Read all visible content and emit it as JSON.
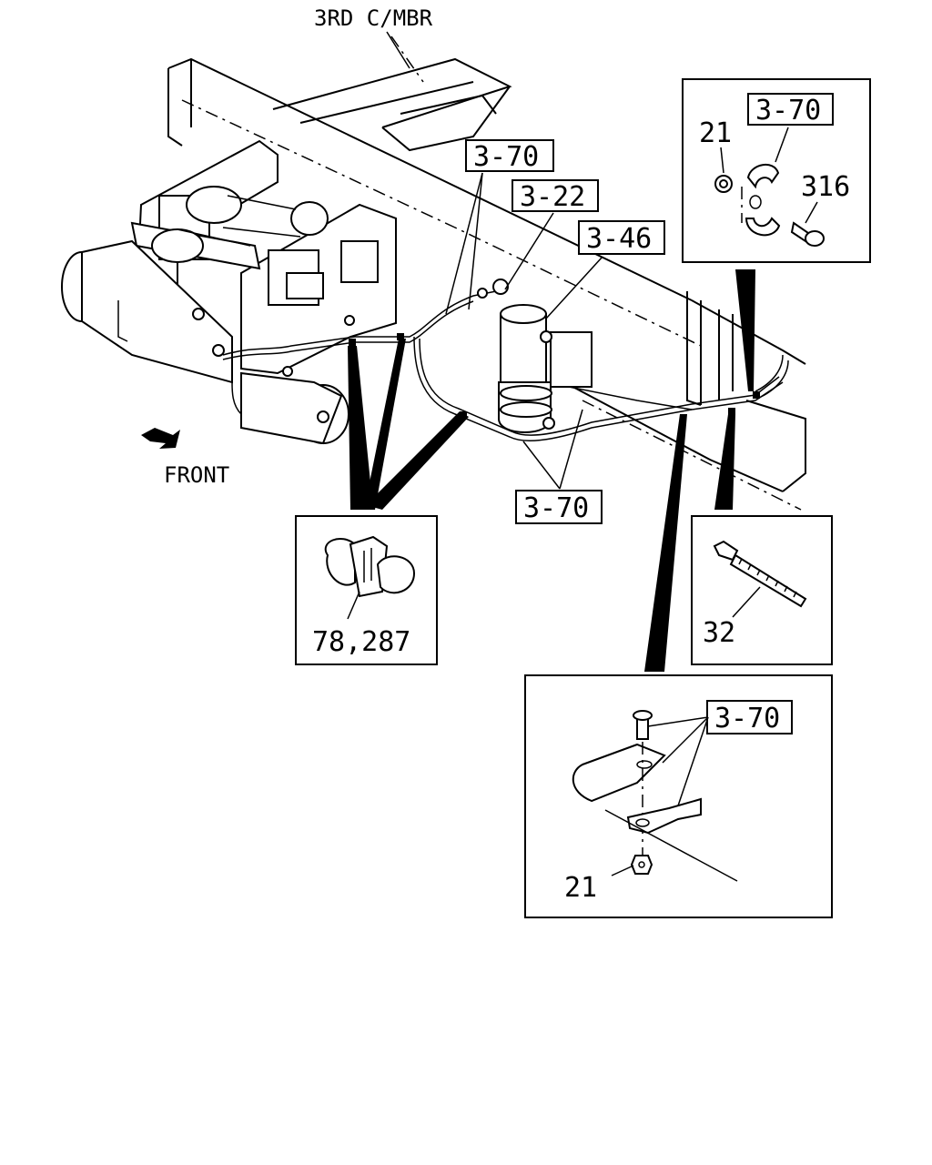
{
  "labels": {
    "crossmember": "3RD C/MBR",
    "front": "FRONT",
    "ref_3_70": "3-70",
    "ref_3_22": "3-22",
    "ref_3_46": "3-46",
    "ref_3_70_lower": "3-70",
    "inset_top_ref": "3-70",
    "inset_top_nut": "21",
    "inset_top_bolt": "316",
    "inset_clip_parts": "78,287",
    "inset_tie_part": "32",
    "inset_bracket_ref": "3-70",
    "inset_bracket_nut": "21"
  },
  "icons": [
    "front-arrow-icon",
    "clip-icon",
    "cable-tie-icon",
    "bolt-icon",
    "nut-icon",
    "dryer-icon"
  ]
}
